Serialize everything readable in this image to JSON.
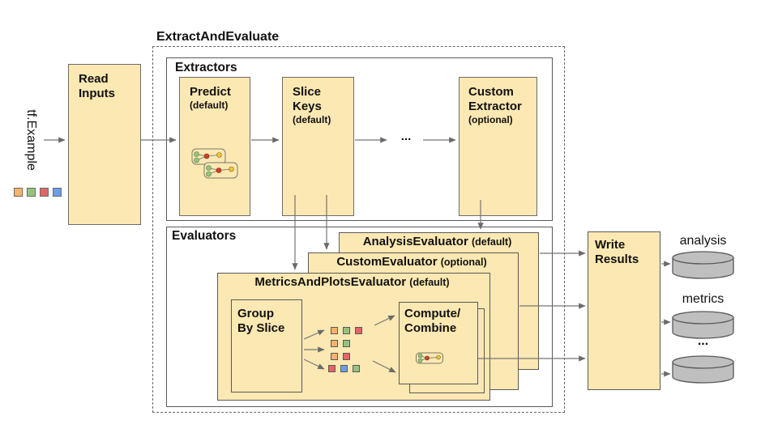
{
  "colors": {
    "box_fill": "#fce8b2",
    "box_border": "#6b6b6b",
    "container_border": "#595959",
    "arrow": "#757575",
    "cylinder_fill": "#bfbfbf",
    "cylinder_border": "#595959",
    "square_orange": "#f6b26b",
    "square_green": "#93c47d",
    "square_red": "#e06666",
    "square_blue": "#6d9eeb",
    "node_green": "#93c47d",
    "node_red": "#cc4125",
    "node_yellow": "#f1c232"
  },
  "input": {
    "label": "tf.Example",
    "squares": [
      "orange",
      "green",
      "red",
      "blue"
    ]
  },
  "read_inputs": {
    "line1": "Read",
    "line2": "Inputs"
  },
  "pipeline_title": "ExtractAndEvaluate",
  "extractors": {
    "title": "Extractors",
    "predict_name": "Predict",
    "predict_qualifier": "(default)",
    "slice_keys_line1": "Slice",
    "slice_keys_line2": "Keys",
    "slice_keys_qualifier": "(default)",
    "ellipsis": "...",
    "custom_line1": "Custom",
    "custom_line2": "Extractor",
    "custom_qualifier": "(optional)"
  },
  "evaluators": {
    "title": "Evaluators",
    "analysis_name": "AnalysisEvaluator",
    "analysis_qualifier": "(default)",
    "custom_name": "CustomEvaluator",
    "custom_qualifier": "(optional)",
    "metrics_name": "MetricsAndPlotsEvaluator",
    "metrics_qualifier": "(default)",
    "group_line1": "Group",
    "group_line2": "By Slice",
    "slice_rows": [
      [
        "orange",
        "green",
        "red"
      ],
      [
        "orange",
        "green"
      ],
      [
        "orange",
        "red"
      ],
      [
        "red",
        "blue",
        "green"
      ]
    ],
    "compute_line1": "Compute/",
    "compute_line2": "Combine"
  },
  "write_results": {
    "line1": "Write",
    "line2": "Results"
  },
  "outputs": {
    "first_label": "analysis",
    "second_label": "metrics",
    "more_label": "..."
  }
}
